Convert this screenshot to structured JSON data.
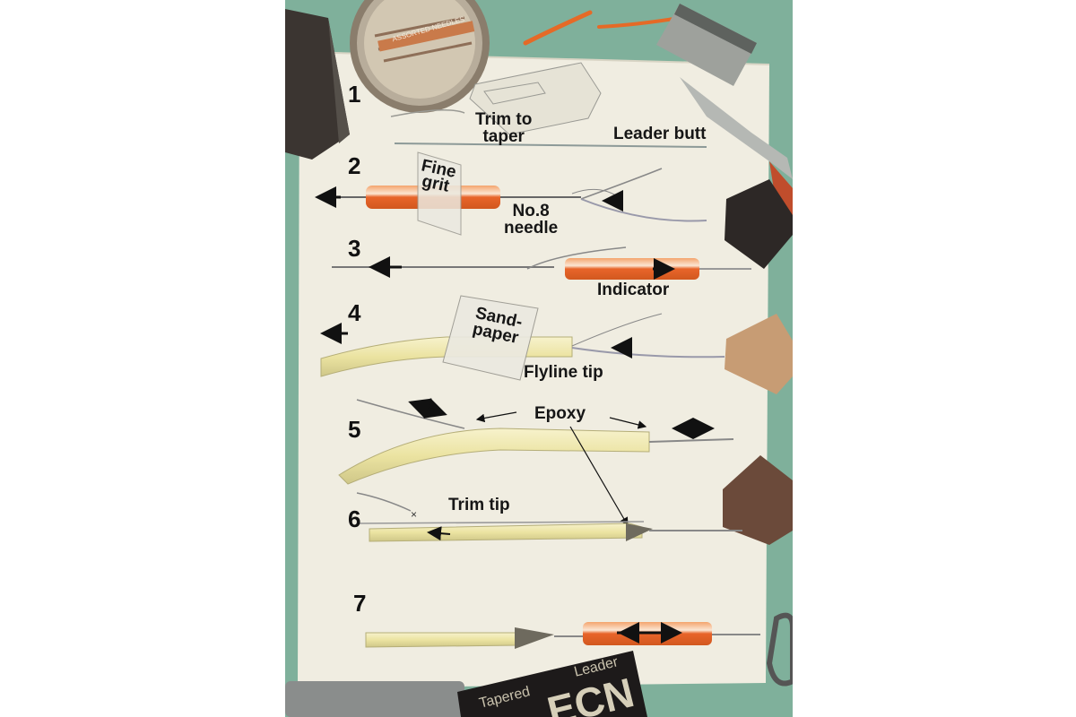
{
  "steps": [
    {
      "number": "1",
      "labels": {
        "trim": "Trim to\ntaper",
        "leader": "Leader butt"
      }
    },
    {
      "number": "2",
      "labels": {
        "grit": "Fine\ngrit",
        "needle": "No.8\nneedle"
      }
    },
    {
      "number": "3",
      "labels": {
        "indicator": "Indicator"
      }
    },
    {
      "number": "4",
      "labels": {
        "sandpaper": "Sand-\npaper",
        "flyline": "Flyline tip"
      }
    },
    {
      "number": "5",
      "labels": {
        "epoxy": "Epoxy"
      }
    },
    {
      "number": "6",
      "labels": {
        "trim_tip": "Trim tip"
      }
    },
    {
      "number": "7",
      "labels": {}
    }
  ],
  "props": {
    "needle_tin_text": "ASSORTED NEEDLES",
    "package_text": {
      "line1": "Tapered",
      "line2": "Leader",
      "big": "ECN"
    }
  },
  "colors": {
    "background": "#7fb09b",
    "paper": "#f0ede1",
    "tube_orange": "#ef7a37",
    "flyline_yellow": "#ece6a7",
    "arrow": "#111111"
  }
}
